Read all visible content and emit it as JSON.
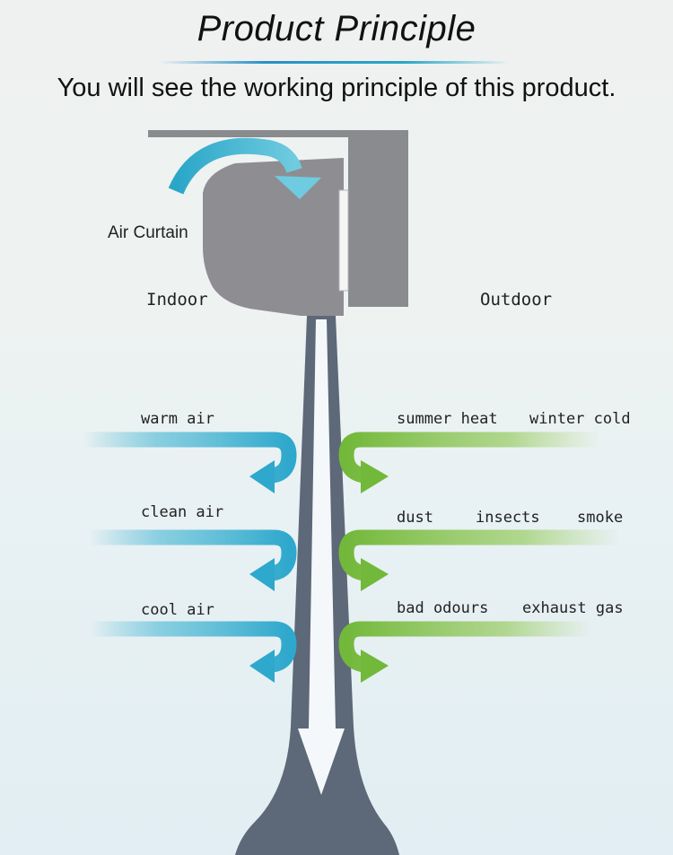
{
  "header": {
    "title": "Product Principle",
    "subtitle": "You will see the working principle of this product."
  },
  "diagram": {
    "device_label": "Air Curtain",
    "indoor_label": "Indoor",
    "outdoor_label": "Outdoor",
    "indoor_flows": [
      "warm air",
      "clean air",
      "cool air"
    ],
    "outdoor_row1": [
      "summer heat",
      "winter cold"
    ],
    "outdoor_row2": [
      "dust",
      "insects",
      "smoke"
    ],
    "outdoor_row3": [
      "bad odours",
      "exhaust gas"
    ]
  },
  "colors": {
    "indoor_arrow": "#3bb0d0",
    "outdoor_arrow": "#7cc043",
    "curtain_body": "#8e8e92",
    "airflow_column": "#5d6878",
    "airflow_core": "#f4f8fa"
  }
}
